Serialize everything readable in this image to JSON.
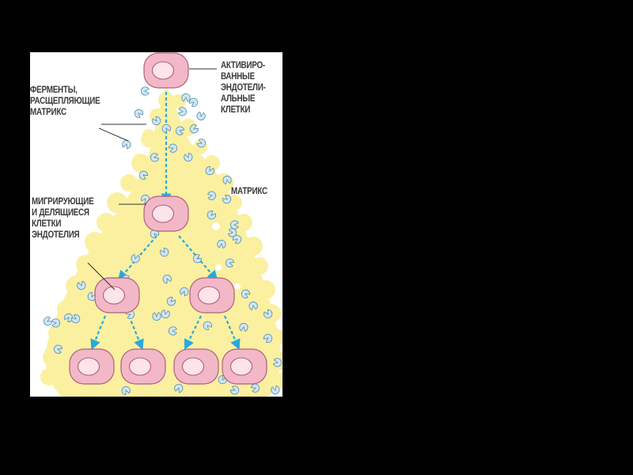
{
  "labels": {
    "activated": "АКТИВИРО-\nВАННЫЕ\nЭНДОТЕЛИ-\nАЛЬНЫЕ\nКЛЕТКИ",
    "enzymes": "ФЕРМЕНТЫ,\nРАСЩЕПЛЯЮЩИЕ\nМАТРИКС",
    "matrix": "МАТРИКС",
    "migrating": "МИГРИРУЮЩИЕ\nИ ДЕЛЯЩИЕСЯ\nКЛЕТКИ\nЭНДОТЕЛИЯ"
  },
  "colors": {
    "background": "#000000",
    "panel": "#ffffff",
    "matrix": "#fbf0a0",
    "cell_fill": "#f2b8c8",
    "cell_stroke": "#b0607a",
    "nucleus_fill": "#fde3ea",
    "enzyme_fill": "#cfe7f3",
    "enzyme_stroke": "#5f93b3",
    "arrow": "#28a9dc",
    "text": "#3a3a3a"
  }
}
